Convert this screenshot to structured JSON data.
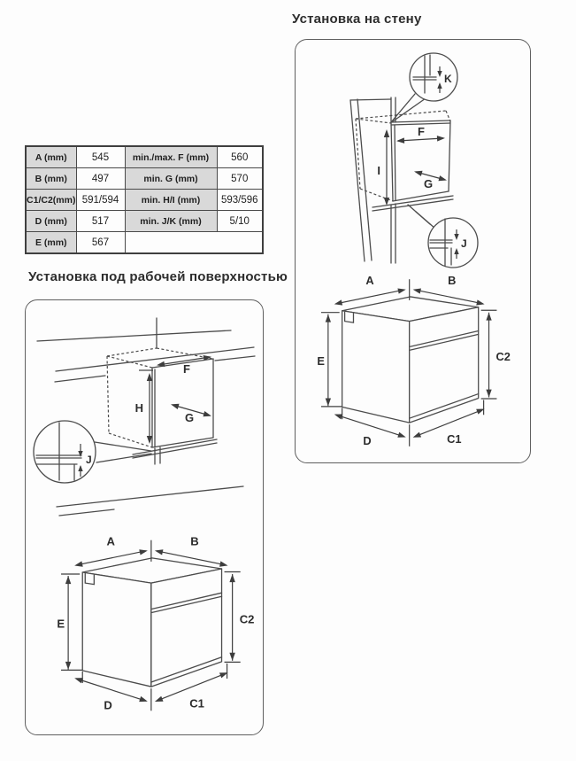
{
  "sections": {
    "worktop": {
      "title": "Установка под рабочей поверхностью"
    },
    "wall": {
      "title": "Установка на стену"
    }
  },
  "table": {
    "rows": [
      {
        "label": "A (mm)",
        "value": "545",
        "label2": "min./max. F (mm)",
        "value2": "560"
      },
      {
        "label": "B (mm)",
        "value": "497",
        "label2": "min. G (mm)",
        "value2": "570"
      },
      {
        "label": "C1/C2(mm)",
        "value": "591/594",
        "label2": "min. H/I (mm)",
        "value2": "593/596"
      },
      {
        "label": "D (mm)",
        "value": "517",
        "label2": "min. J/K (mm)",
        "value2": "5/10"
      },
      {
        "label": "E (mm)",
        "value": "567",
        "label2": "",
        "value2": ""
      }
    ]
  },
  "labels": {
    "a": "A",
    "b": "B",
    "c1": "C1",
    "c2": "C2",
    "d": "D",
    "e": "E",
    "f": "F",
    "g": "G",
    "h": "H",
    "i": "I",
    "j": "J",
    "k": "K"
  },
  "colors": {
    "table_header_bg": "#d9d9d9",
    "diagram_line": "#4c4c4c",
    "text": "#2d2d2d"
  }
}
